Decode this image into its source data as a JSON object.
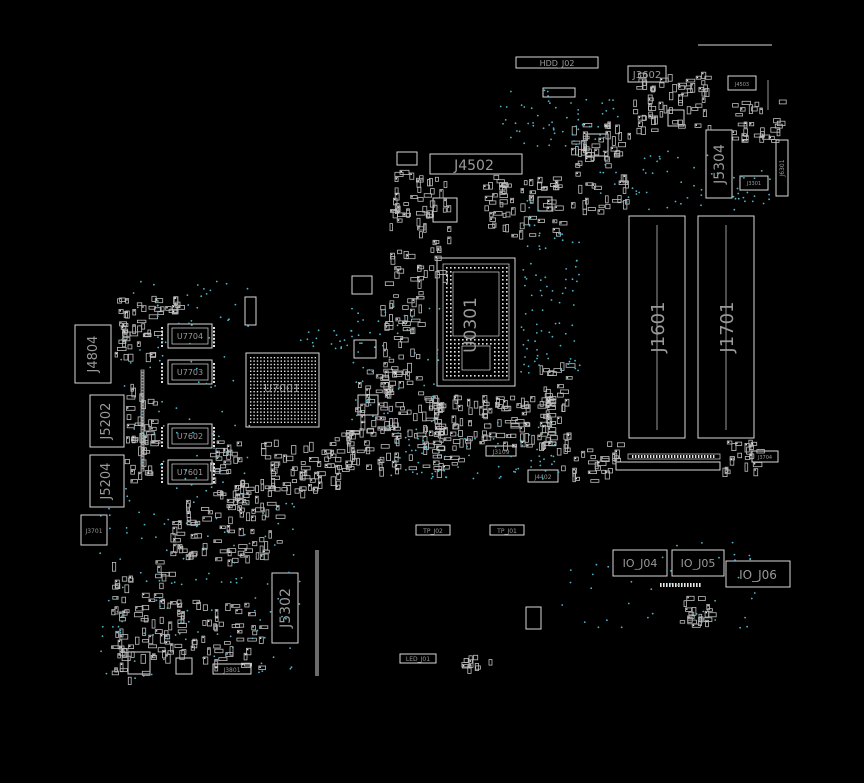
{
  "board": {
    "background": "#000000",
    "outline_color": "#d8d8d8",
    "via_color": "#4fb7c9",
    "label_color": "#9a9a9a"
  },
  "labels": {
    "cpu": "U0301",
    "gpu": "U7001",
    "mem1": "U7704",
    "mem2": "U7703",
    "mem3": "U7602",
    "mem4": "U7601",
    "dimm1": "J1601",
    "dimm2": "J1701",
    "j5304": "J5304",
    "j5302": "J5302",
    "j4804": "J4804",
    "j5202": "J5202",
    "j5204": "J5204",
    "j4502": "J4502",
    "j3602": "J3602",
    "io_j04": "IO_J04",
    "io_j05": "IO_J05",
    "io_j06": "IO_J06",
    "j3701": "J3701",
    "hdd": "HDD_J02",
    "tp_j02": "TP_J02",
    "tp_j01": "TP_J01",
    "led": "LED_J01",
    "j3109": "J3109",
    "j4402": "J4402",
    "j4503": "J4503",
    "j3801": "J3801",
    "j6301": "J6301",
    "j3704": "J3704",
    "j3301": "J3301"
  }
}
